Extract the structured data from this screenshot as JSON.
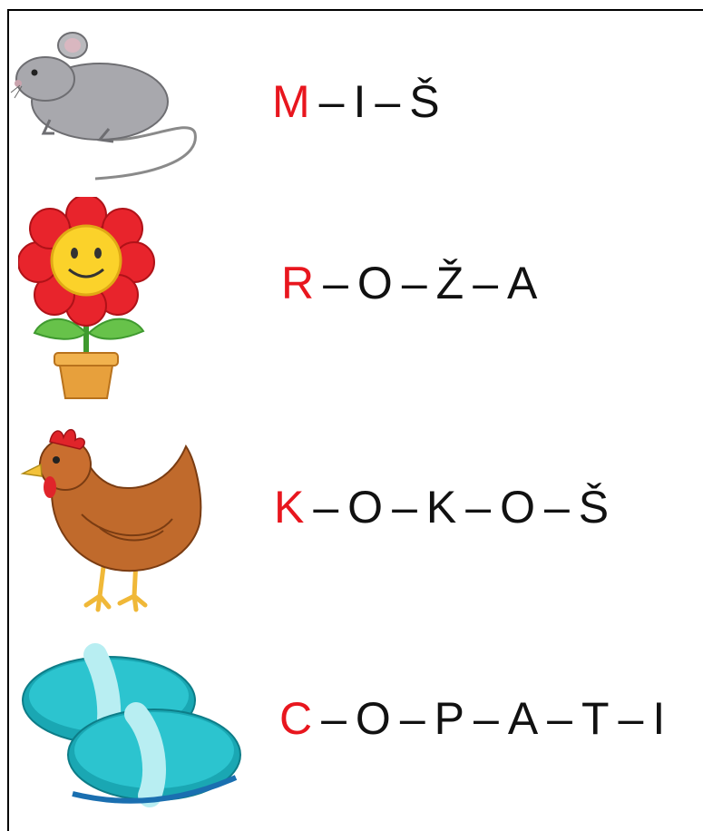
{
  "colors": {
    "first_letter": "#e8161e",
    "letters": "#111111",
    "border": "#000000"
  },
  "separator": "–",
  "rows": [
    {
      "icon": "mouse-icon",
      "first": "M",
      "rest": [
        "I",
        "Š"
      ]
    },
    {
      "icon": "flower-icon",
      "first": "R",
      "rest": [
        "O",
        "Ž",
        "A"
      ]
    },
    {
      "icon": "hen-icon",
      "first": "K",
      "rest": [
        "O",
        "K",
        "O",
        "Š"
      ]
    },
    {
      "icon": "slippers-icon",
      "first": "C",
      "rest": [
        "O",
        "P",
        "A",
        "T",
        "I"
      ]
    }
  ]
}
